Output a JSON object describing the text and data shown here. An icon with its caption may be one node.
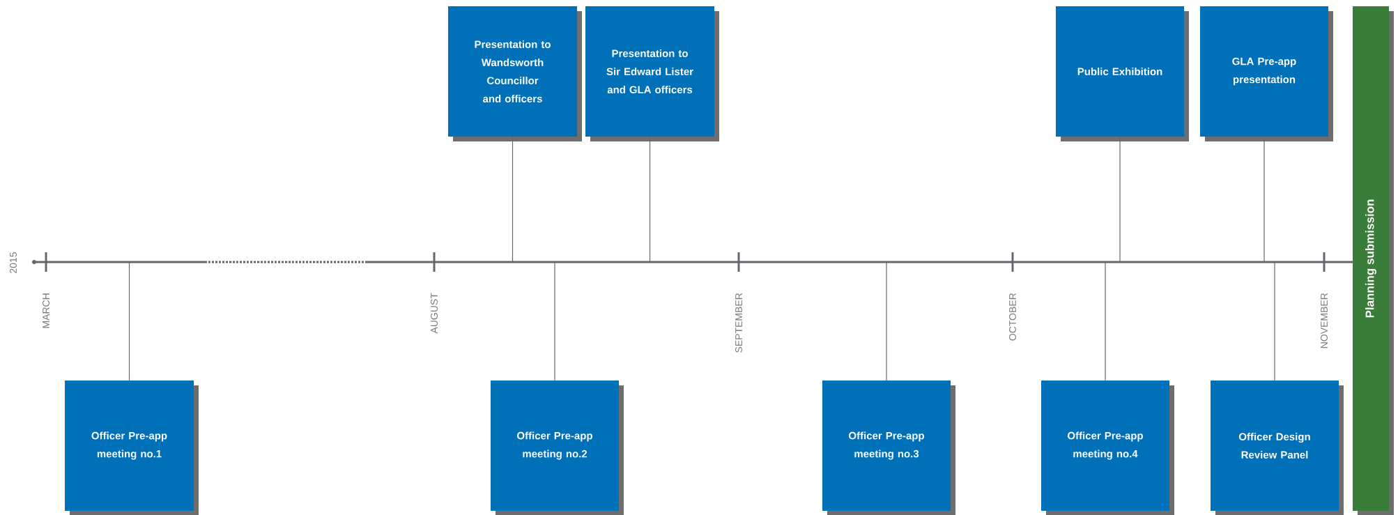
{
  "diagram": {
    "nodes": [
      {
        "text": [
          "Presentation to Wandsworth Councillor and officers"
        ]
      },
      {
        "text": [
          "Presentation to Sir Edward Lister and GLA officers"
        ]
      },
      {
        "text": [
          "Public Exhibition"
        ]
      },
      {
        "text": [
          "GLA Pre-app presentation"
        ]
      },
      {
        "text": [
          "Officer Pre-app meeting no.1"
        ]
      },
      {
        "text": [
          "Officer Pre-app meeting no.2"
        ]
      },
      {
        "text": [
          "Officer Pre-app meeting no.3"
        ]
      },
      {
        "text": [
          "Officer Pre-app meeting no.4"
        ]
      },
      {
        "text": [
          "Officer Design Review Panel"
        ]
      },
      {
        "text": [
          "Planning submission"
        ]
      }
    ],
    "edges": [
      {
        "from": 0,
        "to": null,
        "arrow": "none"
      },
      {
        "from": 1,
        "to": null,
        "arrow": "none"
      },
      {
        "from": 2,
        "to": null,
        "arrow": "none"
      },
      {
        "from": 3,
        "to": null,
        "arrow": "none"
      },
      {
        "from": 4,
        "to": null,
        "arrow": "none"
      },
      {
        "from": 5,
        "to": null,
        "arrow": "none"
      },
      {
        "from": 6,
        "to": null,
        "arrow": "none"
      },
      {
        "from": 7,
        "to": null,
        "arrow": "none"
      },
      {
        "from": 8,
        "to": null,
        "arrow": "none"
      }
    ],
    "labels": [
      "2015",
      "MARCH",
      "AUGUST",
      "SEPTEMBER",
      "OCTOBER",
      "NOVEMBER"
    ]
  }
}
